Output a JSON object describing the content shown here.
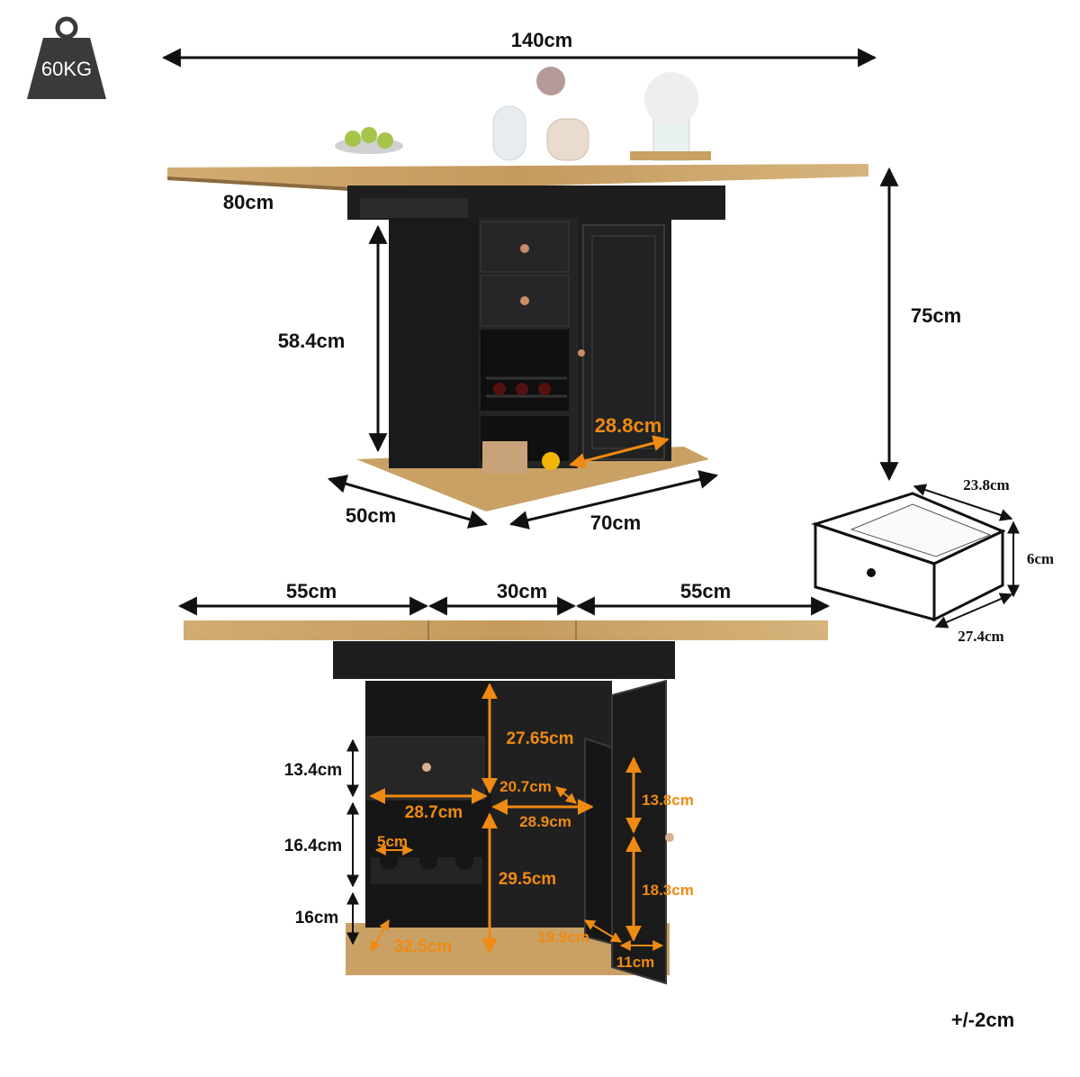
{
  "weight": {
    "label": "60KG",
    "icon": "weight-icon"
  },
  "top_view": {
    "width_label": "140cm",
    "depth_leaf_label": "80cm",
    "height_label": "75cm",
    "cabinet_height_label": "58.4cm",
    "door_width_label": "28.8cm",
    "base_depth_label": "50cm",
    "base_width_label": "70cm"
  },
  "drawer": {
    "depth_label": "23.8cm",
    "height_label": "6cm",
    "width_label": "27.4cm"
  },
  "front_view": {
    "leaf_left_label": "55cm",
    "center_label": "30cm",
    "leaf_right_label": "55cm",
    "open_shelf_label": "13.4cm",
    "drawer_section_label": "16.4cm",
    "bottom_section_label": "16cm",
    "drawer_width_label": "28.7cm",
    "wine_slot_label": "5cm",
    "bottom_depth_label": "32.5cm",
    "center_height_label": "27.65cm",
    "center_depth_label": "20.7cm",
    "center_width_label": "28.9cm",
    "center_lower_label": "29.5cm",
    "bottom_inner_label": "19.9cm",
    "door_shelf_upper_label": "13.8cm",
    "door_shelf_lower_label": "18.3cm",
    "door_depth_label": "11cm"
  },
  "tolerance": "+/-2cm",
  "colors": {
    "wood": "#c9a165",
    "body": "#1e1e1e",
    "accent": "#ef8a12",
    "line": "#111111"
  }
}
